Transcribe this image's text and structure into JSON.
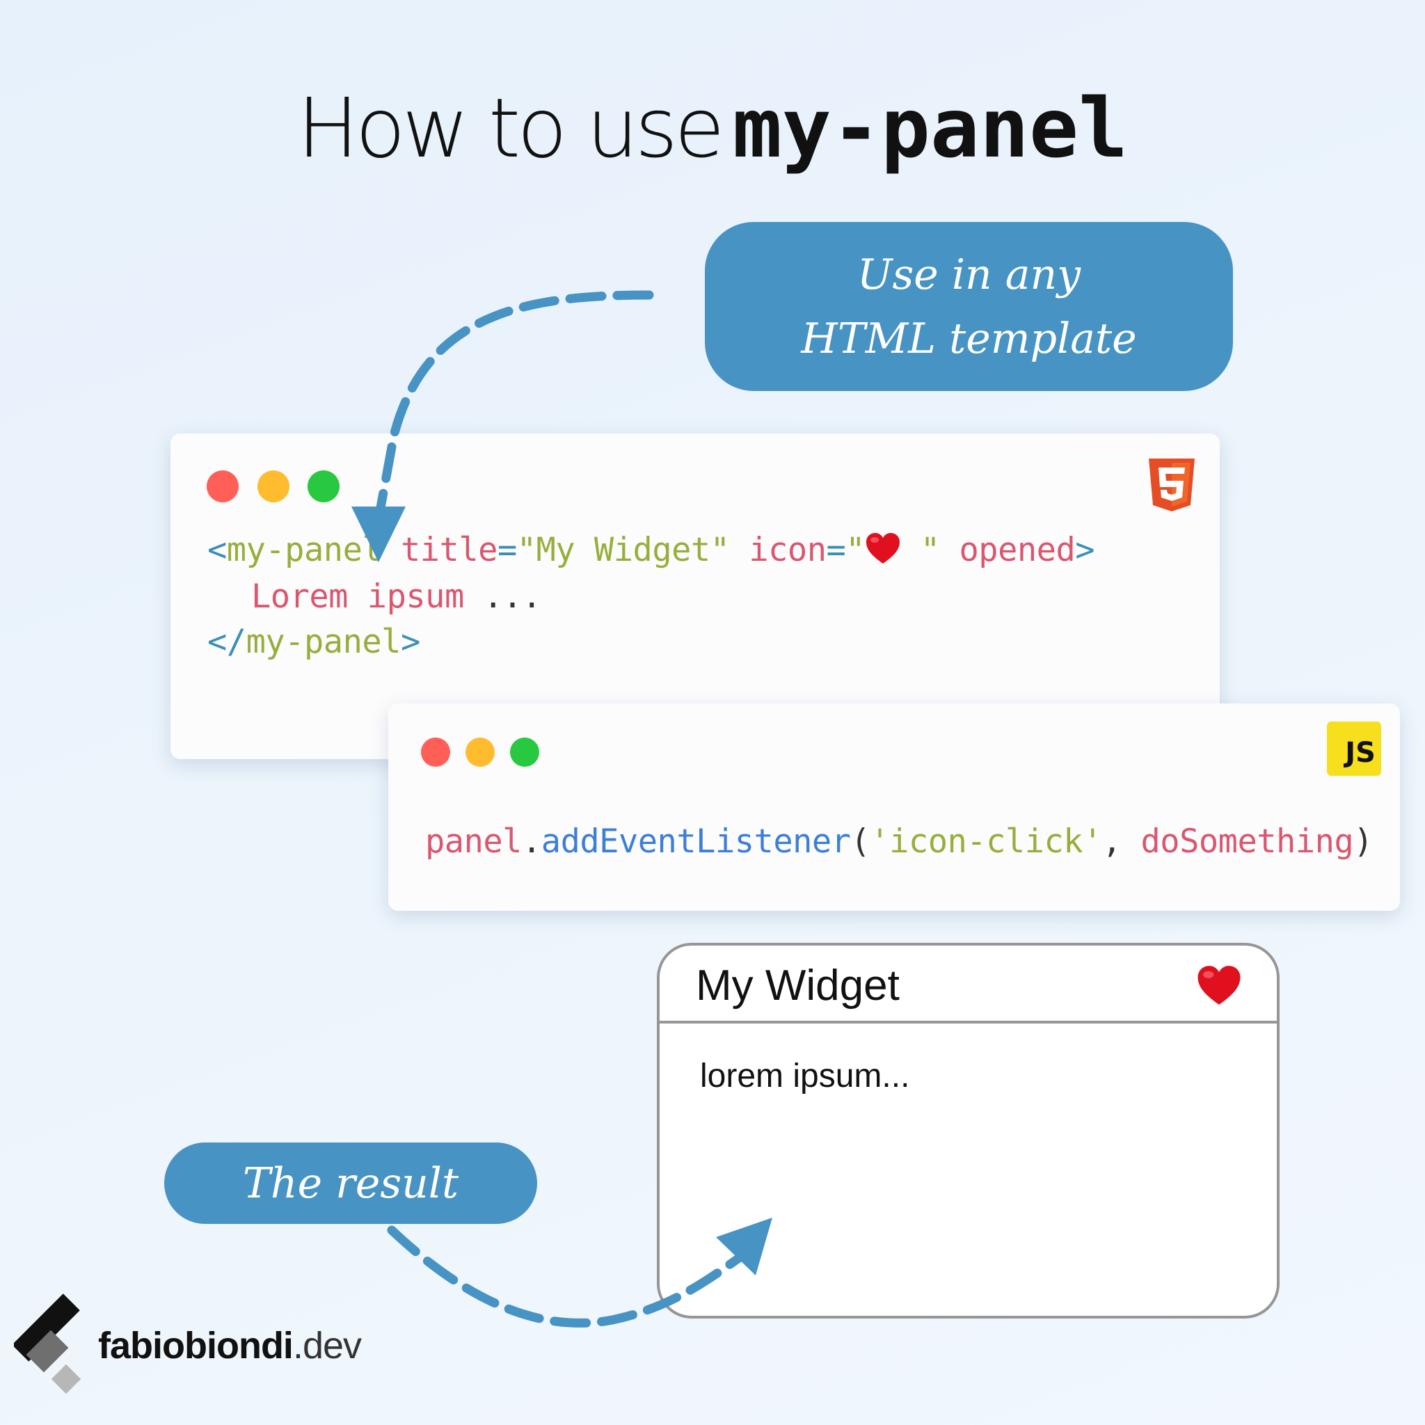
{
  "title": {
    "plain": "How to use",
    "code": "my-panel"
  },
  "callouts": {
    "top": {
      "line1": "Use in any",
      "line2": "HTML template"
    },
    "bottom": "The result"
  },
  "html_card": {
    "badge": "html5-logo-icon",
    "line1": {
      "open": "<",
      "tag": "my-panel",
      "attr1": "title",
      "eq1": "=",
      "val1": "\"My Widget\"",
      "attr2": "icon",
      "eq2": "=",
      "val2_open": "\"",
      "val2_close": " \"",
      "attr3": "opened",
      "close": ">"
    },
    "line2": {
      "text": "Lorem ipsum",
      "ellipsis": "..."
    },
    "line3": {
      "open": "</",
      "tag": "my-panel",
      "close": ">"
    }
  },
  "js_card": {
    "badge": "JS",
    "code": {
      "obj": "panel",
      "dot": ".",
      "method": "addEventListener",
      "paren_open": "(",
      "event": "'icon-click'",
      "comma": ",",
      "handler": "doSomething",
      "paren_close": ")"
    }
  },
  "widget": {
    "title": "My Widget",
    "body": "lorem ipsum..."
  },
  "brand": {
    "name": "fabiobiondi",
    "tld": ".dev"
  },
  "colors": {
    "accent": "#4793c3",
    "heart": "#e0101f",
    "html5": "#f16529",
    "js": "#f7df1e"
  }
}
